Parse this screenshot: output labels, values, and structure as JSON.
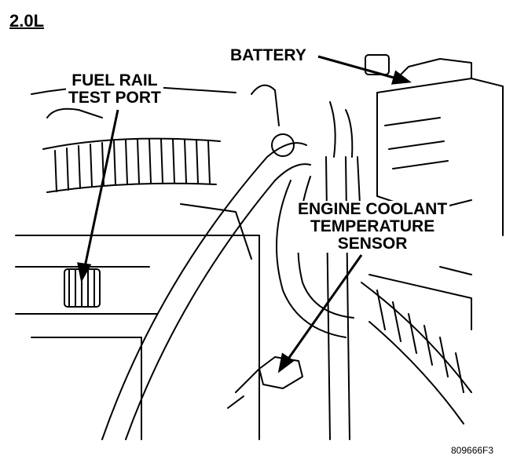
{
  "engine_label": "2.0L",
  "callouts": {
    "battery": "BATTERY",
    "fuel_rail_line1": "FUEL RAIL",
    "fuel_rail_line2": "TEST PORT",
    "ect_line1": "ENGINE COOLANT",
    "ect_line2": "TEMPERATURE",
    "ect_line3": "SENSOR"
  },
  "figure_id": "809666F3",
  "colors": {
    "ink": "#000000",
    "paper": "#ffffff"
  }
}
